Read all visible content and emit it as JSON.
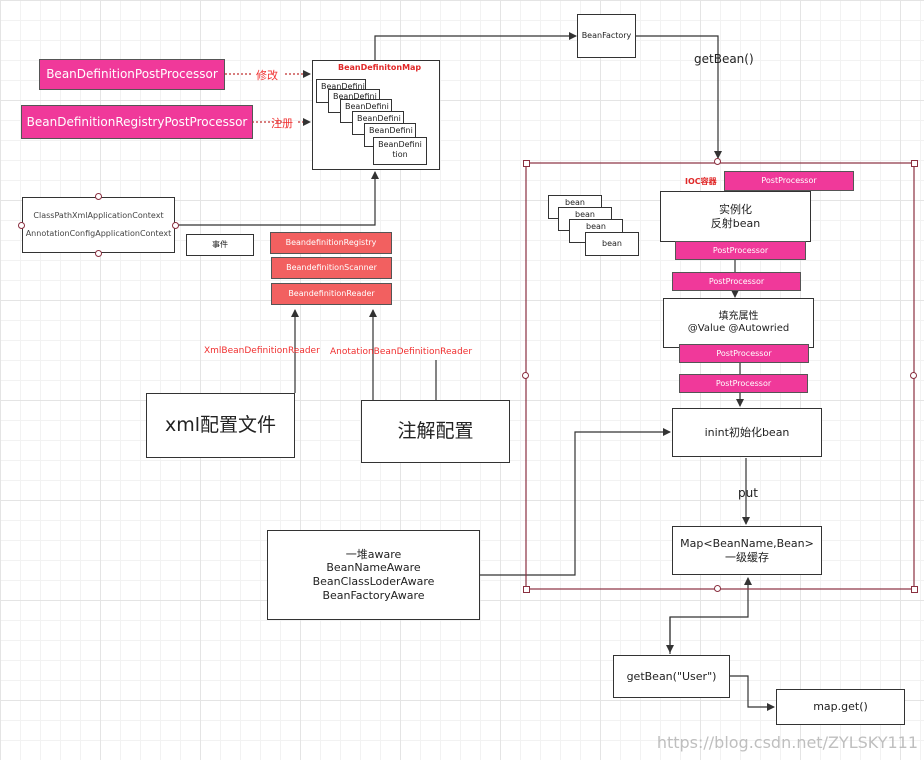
{
  "processors": {
    "post_processor": "BeanDefinitionPostProcessor",
    "registry_post_processor": "BeanDefinitionRegistryPostProcessor",
    "modify_label": "修改",
    "register_label": "注册"
  },
  "bean_definition_map": {
    "title": "BeanDefinitonMap",
    "cards": [
      "BeanDefini",
      "BeanDefini",
      "BeanDefini",
      "BeanDefini",
      "BeanDefini",
      "BeanDefini tion"
    ]
  },
  "bean_factory": {
    "label": "BeanFactory",
    "get_bean_label": "getBean()"
  },
  "context": {
    "lines": [
      "ClassPathXmlApplicationContext",
      "AnnotationConfigApplicationContext"
    ]
  },
  "event_label": "事件",
  "registry_boxes": [
    "BeandefinitionRegistry",
    "BeandefinitionScanner",
    "BeandefinitionReader"
  ],
  "readers": {
    "xml_reader": "XmlBeanDefinitionReader",
    "annotation_reader": "AnotationBeanDefinitionReader"
  },
  "config": {
    "xml": "xml配置文件",
    "annotation": "注解配置"
  },
  "ioc": {
    "title": "IOC容器",
    "post_processor": "PostProcessor",
    "bean_cards": [
      "bean",
      "bean",
      "bean",
      "bean"
    ],
    "instantiate_lines": [
      "实例化",
      "反射bean"
    ],
    "populate_lines": [
      "填充属性",
      "@Value @Autowried"
    ],
    "init": "inint初始化bean",
    "put": "put",
    "map_lines": [
      "Map<BeanName,Bean>",
      "一级缓存"
    ]
  },
  "aware_lines": [
    "一堆aware",
    "BeanNameAware",
    "BeanClassLoderAware",
    "BeanFactoryAware"
  ],
  "get_bean_user": "getBean(\"User\")",
  "map_get": "map.get()",
  "watermark": "https://blog.csdn.net/ZYLSKY111"
}
